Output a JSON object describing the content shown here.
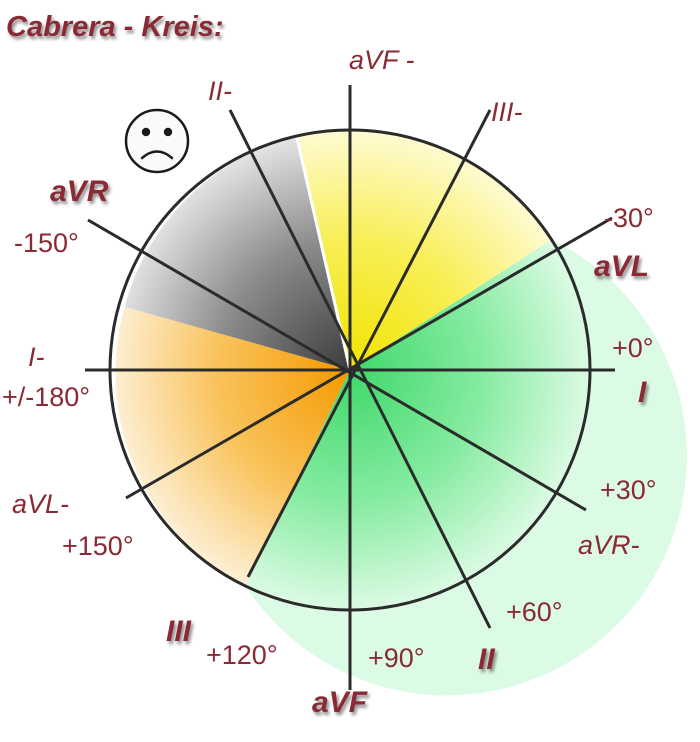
{
  "title": "Cabrera - Kreis:",
  "sad_face": "sad-face-icon",
  "colors": {
    "label": "#8a2a34",
    "green": "#7ee89b",
    "yellow": "#f5ea3a",
    "orange": "#f8a81c",
    "gray": "#8a8a8a",
    "outline": "#2b2b2b"
  },
  "labels": {
    "avf_minus": "aVF -",
    "iii_minus": "III-",
    "ii_minus": "II-",
    "avr": "aVR",
    "minus150": "-150°",
    "minus30": "-30°",
    "avl": "aVL",
    "i_minus": "I-",
    "plus_minus_180": "+/-180°",
    "plus0": "+0°",
    "i": "I",
    "plus30": "+30°",
    "avr_minus": "aVR-",
    "avl_minus": "aVL-",
    "plus150": "+150°",
    "plus60": "+60°",
    "iii": "III",
    "plus120": "+120°",
    "plus90": "+90°",
    "ii": "II",
    "avf": "aVF"
  }
}
